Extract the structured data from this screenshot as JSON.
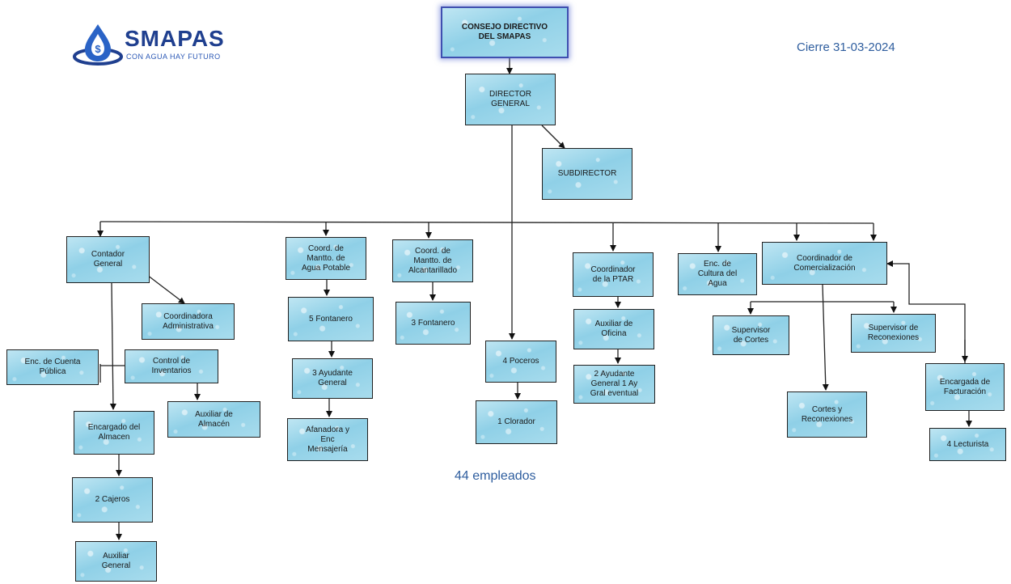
{
  "logo": {
    "title": "SMAPAS",
    "tagline": "CON AGUA HAY FUTURO"
  },
  "closing_date": "Cierre 31-03-2024",
  "employee_total": "44 empleados",
  "nodes": {
    "consejo": "CONSEJO DIRECTIVO\nDEL SMAPAS",
    "director": "DIRECTOR\nGENERAL",
    "subdirector": "SUBDIRECTOR",
    "contador": "Contador\nGeneral",
    "coord_admin": "Coordinadora\nAdministrativa",
    "cuenta_publica": "Enc. de Cuenta\nPública",
    "control_inventarios": "Control de\nInventarios",
    "auxiliar_almacen": "Auxiliar de\nAlmacén",
    "encargado_almacen": "Encargado del\nAlmacen",
    "cajeros": "2 Cajeros",
    "auxiliar_general": "Auxiliar\nGeneral",
    "coord_agua_potable": "Coord. de\nMantto. de\nAgua Potable",
    "fontanero_5": "5 Fontanero",
    "ayudante_3": "3 Ayudante\nGeneral",
    "afanadora": "Afanadora y\nEnc\nMensajería",
    "coord_alcantarillado": "Coord. de\nMantto. de\nAlcantarillado",
    "fontanero_3": "3 Fontanero",
    "poceros": "4 Poceros",
    "clorador": "1 Clorador",
    "coord_ptar": "Coordinador\nde la PTAR",
    "auxiliar_oficina": "Auxiliar de\nOficina",
    "ayudante_ptar": "2 Ayudante\nGeneral 1 Ay\nGral eventual",
    "cultura_agua": "Enc. de\nCultura del\nAgua",
    "coord_comercial": "Coordinador de\nComercialización",
    "supervisor_cortes": "Supervisor\nde Cortes",
    "supervisor_reconexiones": "Supervisor de\nReconexiones",
    "cortes_reconexiones": "Cortes y\nReconexiones",
    "facturacion": "Encargada de\nFacturación",
    "lecturista": "4 Lecturista"
  }
}
